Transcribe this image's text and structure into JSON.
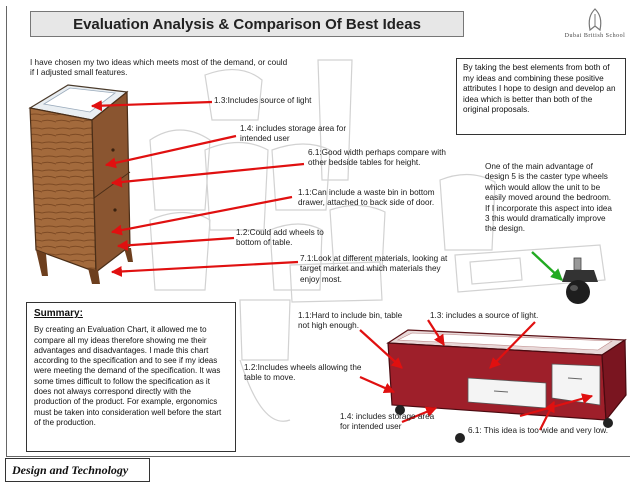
{
  "title": "Evaluation Analysis & Comparison Of Best Ideas",
  "logo": {
    "name": "Dubai British School"
  },
  "intro": "I have chosen my two ideas which meets most of the demand, or could if I adjusted small features.",
  "combine_box": "By taking the best elements from both of my ideas and combining these positive attributes I hope to design and develop an idea which is better than both of the original proposals.",
  "caster_note": "One of the main advantage of design 5 is the caster type wheels which would allow the unit to be easily  moved around the bedroom. If I incorporate this aspect into idea 3 this would dramatically improve the design.",
  "annotations": {
    "a13": "1.3:Includes source of light",
    "a14": "1.4: includes storage area for intended user",
    "a61": "6.1:Good width perhaps compare with other bedside tables for height.",
    "a11": "1.1:Can include a waste bin in bottom drawer, attached to back side of door.",
    "a12": "1.2:Could add wheels to bottom of table.",
    "a71": "7.1:Look at different materials, looking at target market and which materials they enjoy most.",
    "b11": "1.1:Hard to include bin, table not high enough.",
    "b13": "1.3: includes a source of light.",
    "b12": "1.2:Includes wheels allowing the table to move.",
    "b14": "1.4: includes storage area for intended user",
    "b61": "6.1: This idea is too wide and very low."
  },
  "summary": {
    "title": "Summary:",
    "body": "By creating an Evaluation Chart, it allowed me to compare all my ideas therefore showing me their advantages and disadvantages. I made this chart according to the specification and to see if my ideas were meeting the demand of the specification. It was some times difficult to follow the specification as it does not always correspond directly with the production of the product.  For example, ergonomics must be taken into consideration well before the start of the production."
  },
  "footer": "Design and Technology",
  "colors": {
    "arrow": "#e01010",
    "green_arrow": "#22aa22",
    "wood": "#a0663a",
    "red_unit": "#9e1f2a"
  }
}
